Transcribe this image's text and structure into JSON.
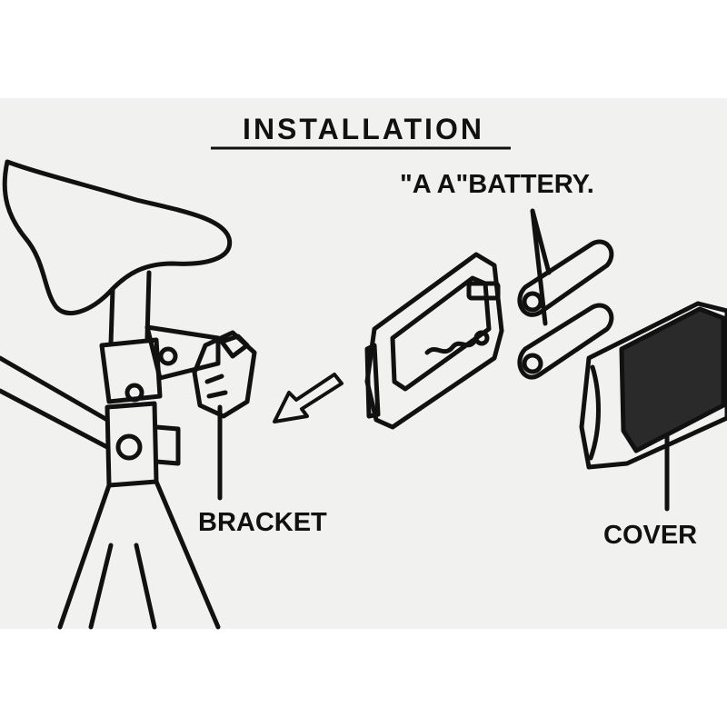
{
  "diagram": {
    "title": "INSTALLATION",
    "labels": {
      "battery": "\"A  A\"BATTERY.",
      "bracket": "BRACKET",
      "cover": "COVER"
    }
  },
  "colors": {
    "page_background": "#ffffff",
    "panel_background": "#f1f1ef",
    "ink": "#111111"
  }
}
